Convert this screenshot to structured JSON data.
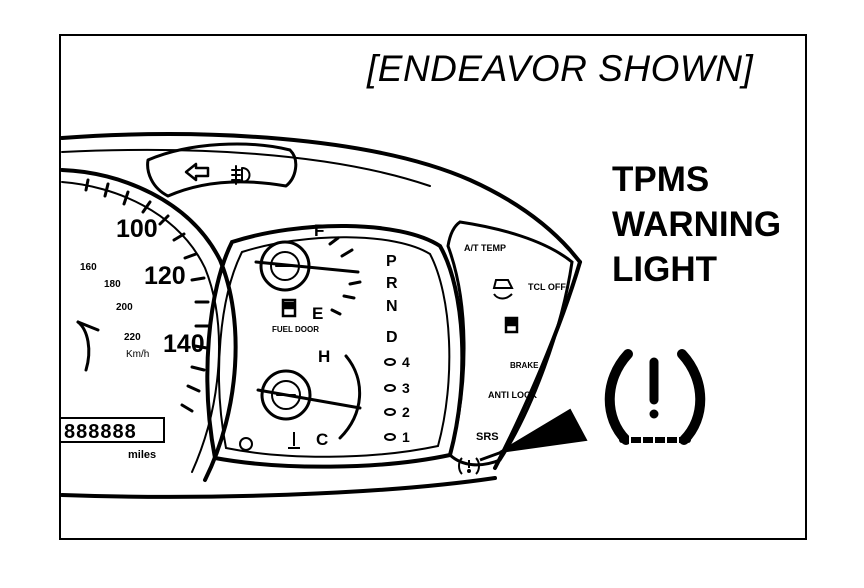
{
  "caption": "[ENDEAVOR SHOWN]",
  "callout": {
    "line1": "TPMS",
    "line2": "WARNING",
    "line3": "LIGHT"
  },
  "speedometer": {
    "mph_labels": [
      "100",
      "120",
      "140"
    ],
    "kmh_labels": [
      "160",
      "180",
      "200",
      "220"
    ],
    "kmh_unit": "Km/h",
    "odometer": "888888",
    "odometer_unit": "miles"
  },
  "fuel_gauge": {
    "full_label": "F",
    "empty_label": "E",
    "fuel_door_label": "FUEL DOOR"
  },
  "temp_gauge": {
    "hot_label": "H",
    "cold_label": "C"
  },
  "gear_indicator": [
    "P",
    "R",
    "N",
    "D",
    "4",
    "3",
    "2",
    "1"
  ],
  "warning_lights": {
    "at_temp": "A/T TEMP",
    "tcl_off": "TCL OFF",
    "brake": "BRAKE",
    "anti_lock": "ANTI LOCK",
    "srs": "SRS"
  },
  "colors": {
    "line": "#000000",
    "background": "#ffffff"
  }
}
